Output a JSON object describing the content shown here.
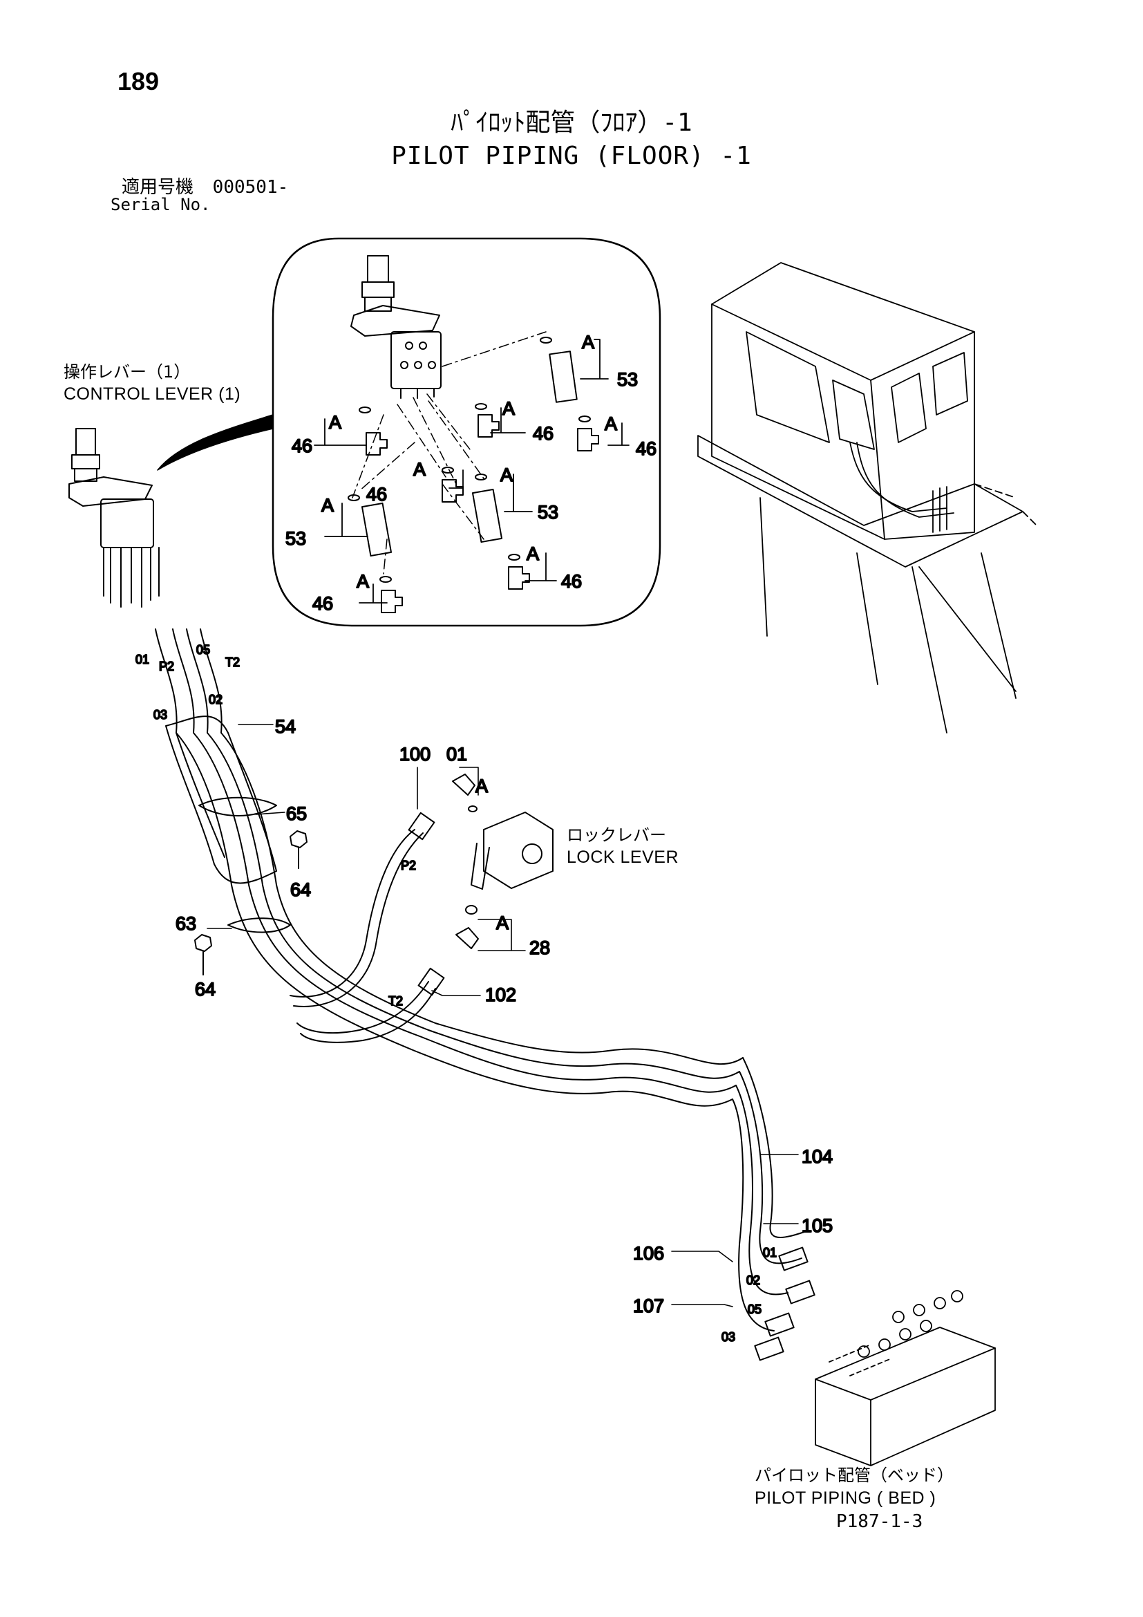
{
  "page_number": "189",
  "title_jp": "ﾊﾟｲﾛｯﾄ配管（ﾌﾛｱ）-1",
  "title_en": "PILOT PIPING (FLOOR) -1",
  "serial": {
    "label_jp": "適用号機",
    "value": "000501-",
    "label_en": "Serial No."
  },
  "callouts": {
    "control_lever_jp": "操作レバー（1）",
    "control_lever_en": "CONTROL LEVER (1)",
    "lock_lever_jp": "ロックレバー",
    "lock_lever_en": "LOCK LEVER",
    "pilot_bed_jp": "パイロット配管（ベッド）",
    "pilot_bed_en": "PILOT PIPING ( BED )"
  },
  "part_labels": {
    "p46": "46",
    "p53": "53",
    "p54": "54",
    "p65": "65",
    "p64": "64",
    "p63": "63",
    "p100": "100",
    "p01": "01",
    "p28": "28",
    "p102": "102",
    "p104": "104",
    "p105": "105",
    "p106": "106",
    "p107": "107",
    "sym_A": "A"
  },
  "port_labels": {
    "o01": "01",
    "o02": "02",
    "o03": "03",
    "o05": "05",
    "p2": "P2",
    "t2": "T2"
  },
  "footer_ref": "P187-1-3"
}
